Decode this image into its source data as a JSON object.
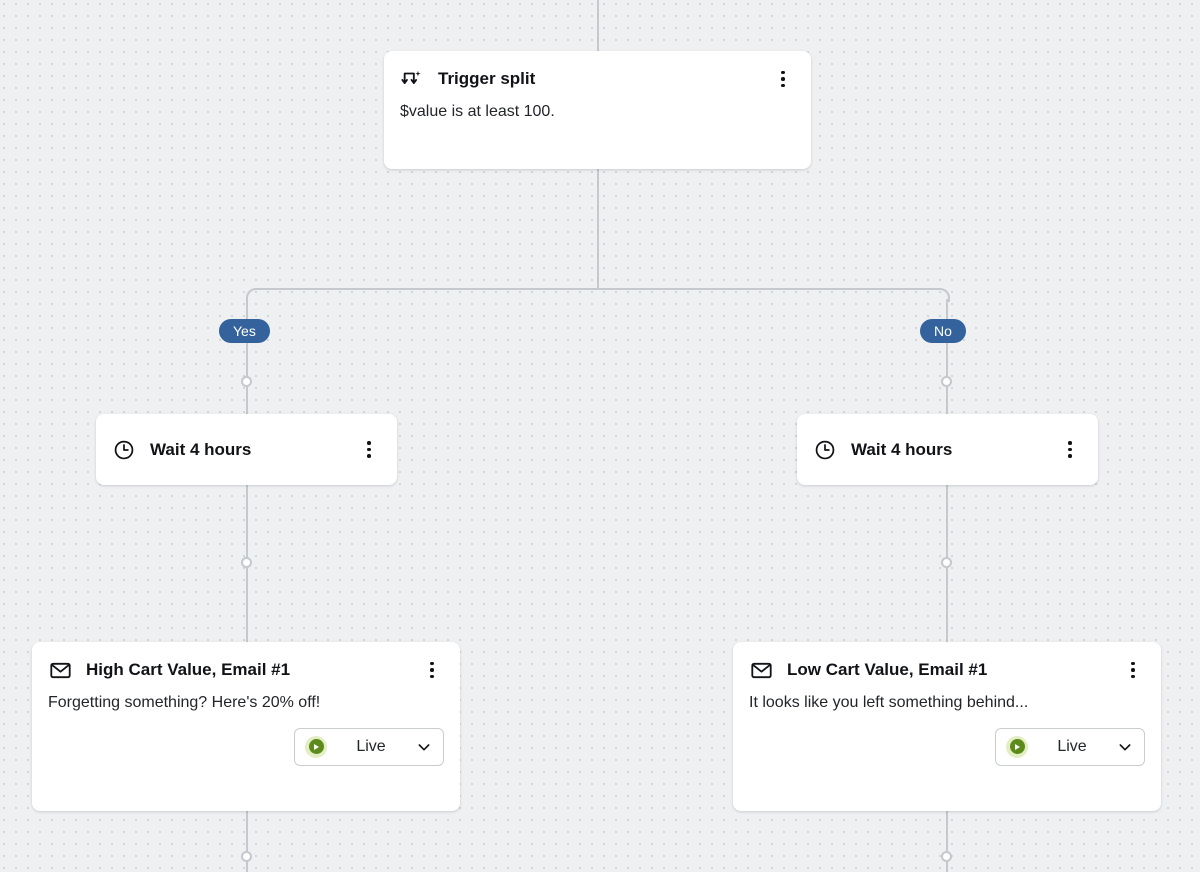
{
  "canvas": {
    "background_color": "#eef0f2",
    "dot_color": "#d3d6da",
    "connector_color": "#c5c8cc",
    "accent_branch_color": "#33629c",
    "status_live_color": "#5c8a1b"
  },
  "nodes": {
    "trigger_split": {
      "icon": "trigger-split-icon",
      "title": "Trigger split",
      "description": "$value is at least 100.",
      "menu": "kebab-menu-icon"
    },
    "wait_yes": {
      "icon": "clock-icon",
      "title": "Wait 4 hours",
      "menu": "kebab-menu-icon"
    },
    "wait_no": {
      "icon": "clock-icon",
      "title": "Wait 4 hours",
      "menu": "kebab-menu-icon"
    },
    "email_yes": {
      "icon": "envelope-icon",
      "title": "High Cart Value, Email #1",
      "description": "Forgetting something? Here's 20% off!",
      "menu": "kebab-menu-icon",
      "status": {
        "label": "Live",
        "icon": "play-circle-icon",
        "chevron": "chevron-down-icon"
      }
    },
    "email_no": {
      "icon": "envelope-icon",
      "title": "Low Cart Value, Email #1",
      "description": "It looks like you left something behind...",
      "menu": "kebab-menu-icon",
      "status": {
        "label": "Live",
        "icon": "play-circle-icon",
        "chevron": "chevron-down-icon"
      }
    }
  },
  "branches": {
    "yes_label": "Yes",
    "no_label": "No"
  }
}
